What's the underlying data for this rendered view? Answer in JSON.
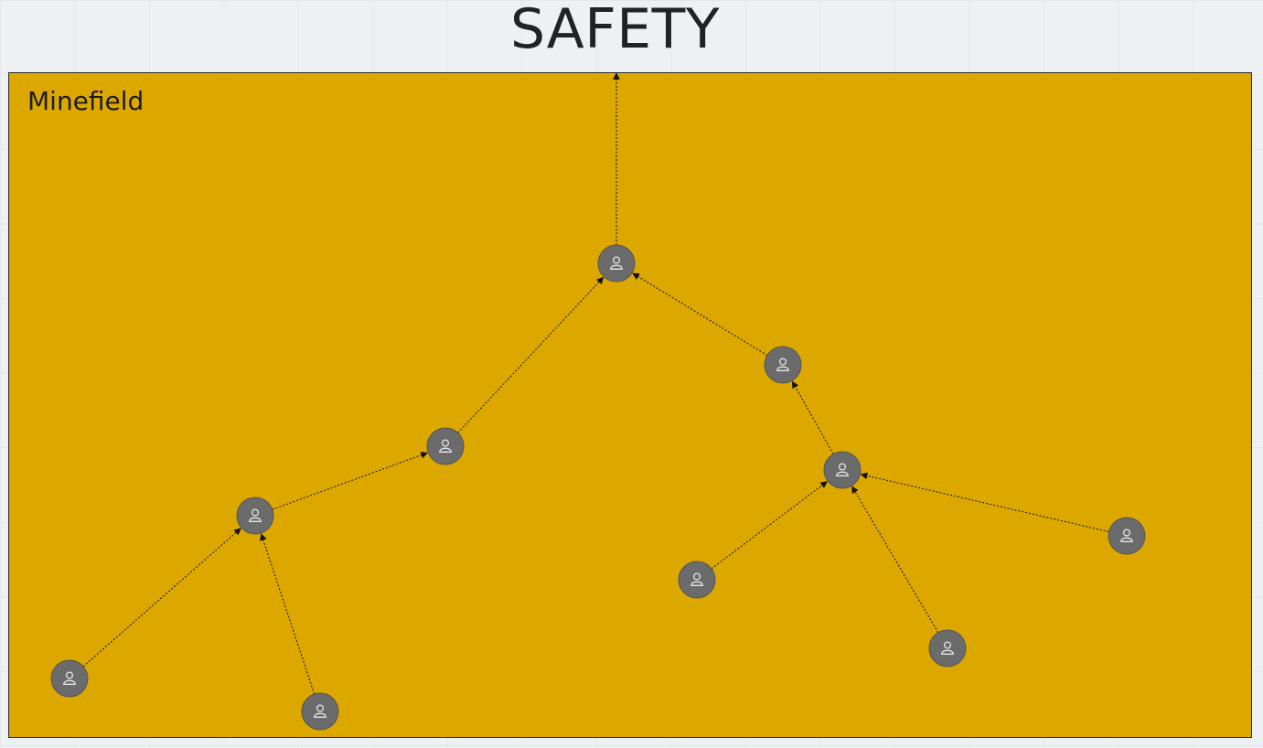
{
  "header": {
    "title": "SAFETY"
  },
  "frame": {
    "label": "Minefield",
    "fill": "#dca800",
    "background": "#eef1f3"
  },
  "node_icon": "person-icon",
  "nodes": [
    {
      "id": "n1",
      "to": "safety"
    },
    {
      "id": "n2",
      "to": "n1"
    },
    {
      "id": "n3",
      "to": "n2"
    },
    {
      "id": "n4",
      "to": "n3"
    },
    {
      "id": "n5",
      "to": "n3"
    },
    {
      "id": "n6",
      "to": "n1"
    },
    {
      "id": "n7",
      "to": "n6"
    },
    {
      "id": "n8",
      "to": "n7"
    },
    {
      "id": "n9",
      "to": "n7"
    },
    {
      "id": "n10",
      "to": "n7"
    }
  ]
}
